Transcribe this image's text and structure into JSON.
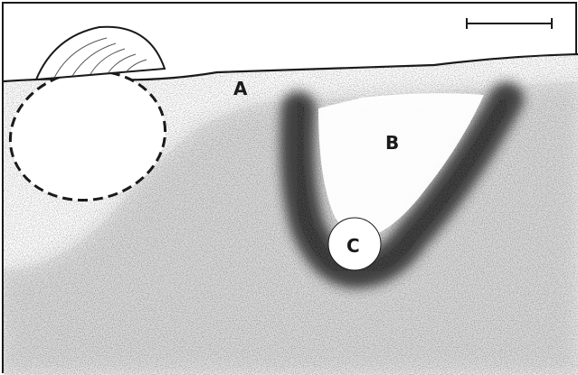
{
  "figure": {
    "labels": {
      "a": "A",
      "b": "B",
      "c": "C"
    },
    "colors": {
      "ink": "#1a1a1a",
      "paper": "#ffffff",
      "stipple_light": "#c9c9c9",
      "stipple_dark": "#2a2a2a"
    },
    "icons": {
      "shell": "bivalve-shell-icon",
      "scale": "scale-bar-icon"
    }
  }
}
